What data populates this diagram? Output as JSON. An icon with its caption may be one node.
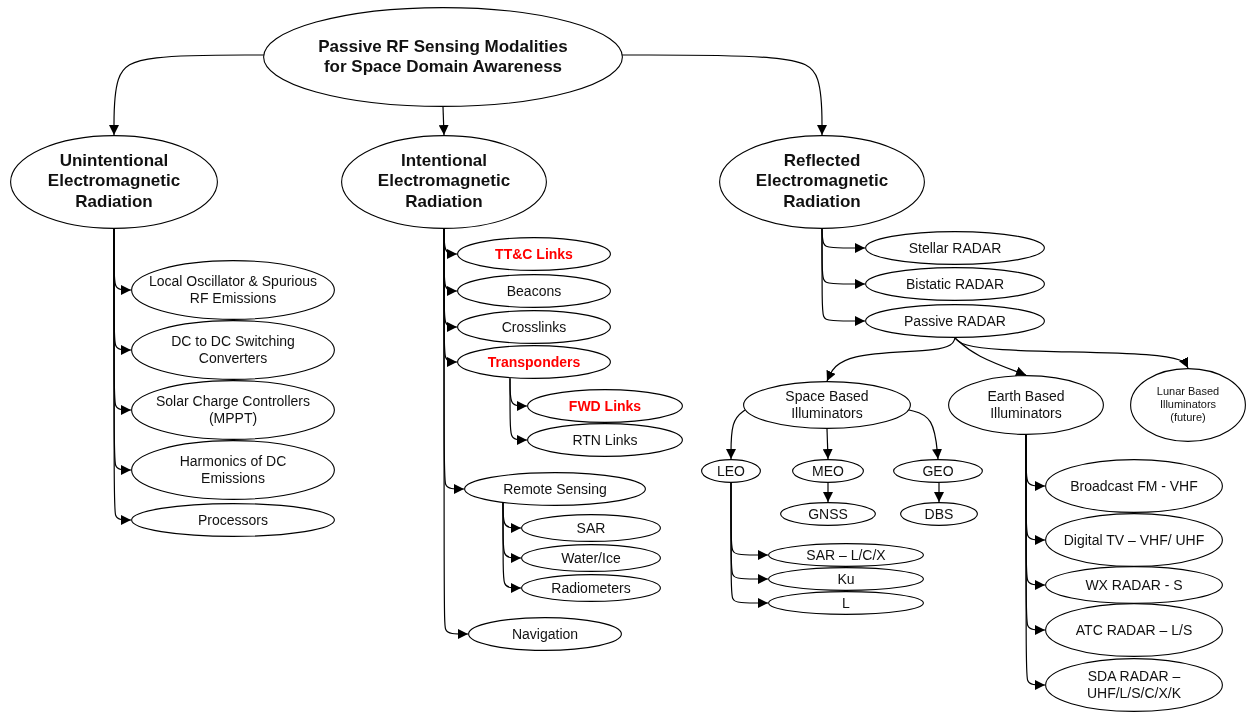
{
  "diagram": {
    "nodes": [
      {
        "text": [
          "Passive RF Sensing Modalities for Space Domain Awareness"
        ]
      },
      {
        "text": [
          "Unintentional Electromagnetic Radiation"
        ]
      },
      {
        "text": [
          "Intentional Electromagnetic Radiation"
        ]
      },
      {
        "text": [
          "Reflected Electromagnetic Radiation"
        ]
      },
      {
        "text": [
          "Local Oscillator & Spurious RF Emissions"
        ]
      },
      {
        "text": [
          "DC to DC Switching Converters"
        ]
      },
      {
        "text": [
          "Solar Charge Controllers (MPPT)"
        ]
      },
      {
        "text": [
          "Harmonics of DC Emissions"
        ]
      },
      {
        "text": [
          "Processors"
        ]
      },
      {
        "text": [
          "TT&C Links"
        ]
      },
      {
        "text": [
          "Beacons"
        ]
      },
      {
        "text": [
          "Crosslinks"
        ]
      },
      {
        "text": [
          "Transponders"
        ]
      },
      {
        "text": [
          "FWD Links"
        ]
      },
      {
        "text": [
          "RTN Links"
        ]
      },
      {
        "text": [
          "Remote Sensing"
        ]
      },
      {
        "text": [
          "SAR"
        ]
      },
      {
        "text": [
          "Water/Ice"
        ]
      },
      {
        "text": [
          "Radiometers"
        ]
      },
      {
        "text": [
          "Navigation"
        ]
      },
      {
        "text": [
          "Stellar RADAR"
        ]
      },
      {
        "text": [
          "Bistatic RADAR"
        ]
      },
      {
        "text": [
          "Passive RADAR"
        ]
      },
      {
        "text": [
          "Space Based Illuminators"
        ]
      },
      {
        "text": [
          "Earth Based Illuminators"
        ]
      },
      {
        "text": [
          "Lunar Based Illuminators (future)"
        ]
      },
      {
        "text": [
          "LEO"
        ]
      },
      {
        "text": [
          "MEO"
        ]
      },
      {
        "text": [
          "GEO"
        ]
      },
      {
        "text": [
          "GNSS"
        ]
      },
      {
        "text": [
          "DBS"
        ]
      },
      {
        "text": [
          "SAR – L/C/X"
        ]
      },
      {
        "text": [
          "Ku"
        ]
      },
      {
        "text": [
          "L"
        ]
      },
      {
        "text": [
          "Broadcast FM - VHF"
        ]
      },
      {
        "text": [
          "Digital TV – VHF/ UHF"
        ]
      },
      {
        "text": [
          "WX RADAR - S"
        ]
      },
      {
        "text": [
          "ATC RADAR – L/S"
        ]
      },
      {
        "text": [
          "SDA RADAR – UHF/L/S/C/X/K"
        ]
      }
    ],
    "edges": [
      {
        "from": 0,
        "to": 1,
        "arrow": "to"
      },
      {
        "from": 0,
        "to": 2,
        "arrow": "to"
      },
      {
        "from": 0,
        "to": 3,
        "arrow": "to"
      },
      {
        "from": 1,
        "to": 4,
        "arrow": "to"
      },
      {
        "from": 1,
        "to": 5,
        "arrow": "to"
      },
      {
        "from": 1,
        "to": 6,
        "arrow": "to"
      },
      {
        "from": 1,
        "to": 7,
        "arrow": "to"
      },
      {
        "from": 1,
        "to": 8,
        "arrow": "to"
      },
      {
        "from": 2,
        "to": 9,
        "arrow": "to"
      },
      {
        "from": 2,
        "to": 10,
        "arrow": "to"
      },
      {
        "from": 2,
        "to": 11,
        "arrow": "to"
      },
      {
        "from": 2,
        "to": 12,
        "arrow": "to"
      },
      {
        "from": 12,
        "to": 13,
        "arrow": "to"
      },
      {
        "from": 12,
        "to": 14,
        "arrow": "to"
      },
      {
        "from": 2,
        "to": 15,
        "arrow": "to"
      },
      {
        "from": 15,
        "to": 16,
        "arrow": "to"
      },
      {
        "from": 15,
        "to": 17,
        "arrow": "to"
      },
      {
        "from": 15,
        "to": 18,
        "arrow": "to"
      },
      {
        "from": 2,
        "to": 19,
        "arrow": "to"
      },
      {
        "from": 3,
        "to": 20,
        "arrow": "to"
      },
      {
        "from": 3,
        "to": 21,
        "arrow": "to"
      },
      {
        "from": 3,
        "to": 22,
        "arrow": "to"
      },
      {
        "from": 22,
        "to": 23,
        "arrow": "to"
      },
      {
        "from": 22,
        "to": 24,
        "arrow": "to"
      },
      {
        "from": 22,
        "to": 25,
        "arrow": "to"
      },
      {
        "from": 23,
        "to": 26,
        "arrow": "to"
      },
      {
        "from": 23,
        "to": 27,
        "arrow": "to"
      },
      {
        "from": 23,
        "to": 28,
        "arrow": "to"
      },
      {
        "from": 27,
        "to": 29,
        "arrow": "to"
      },
      {
        "from": 28,
        "to": 30,
        "arrow": "to"
      },
      {
        "from": 26,
        "to": 31,
        "arrow": "to"
      },
      {
        "from": 26,
        "to": 32,
        "arrow": "to"
      },
      {
        "from": 26,
        "to": 33,
        "arrow": "to"
      },
      {
        "from": 24,
        "to": 34,
        "arrow": "to"
      },
      {
        "from": 24,
        "to": 35,
        "arrow": "to"
      },
      {
        "from": 24,
        "to": 36,
        "arrow": "to"
      },
      {
        "from": 24,
        "to": 37,
        "arrow": "to"
      },
      {
        "from": 24,
        "to": 38,
        "arrow": "to"
      }
    ]
  }
}
